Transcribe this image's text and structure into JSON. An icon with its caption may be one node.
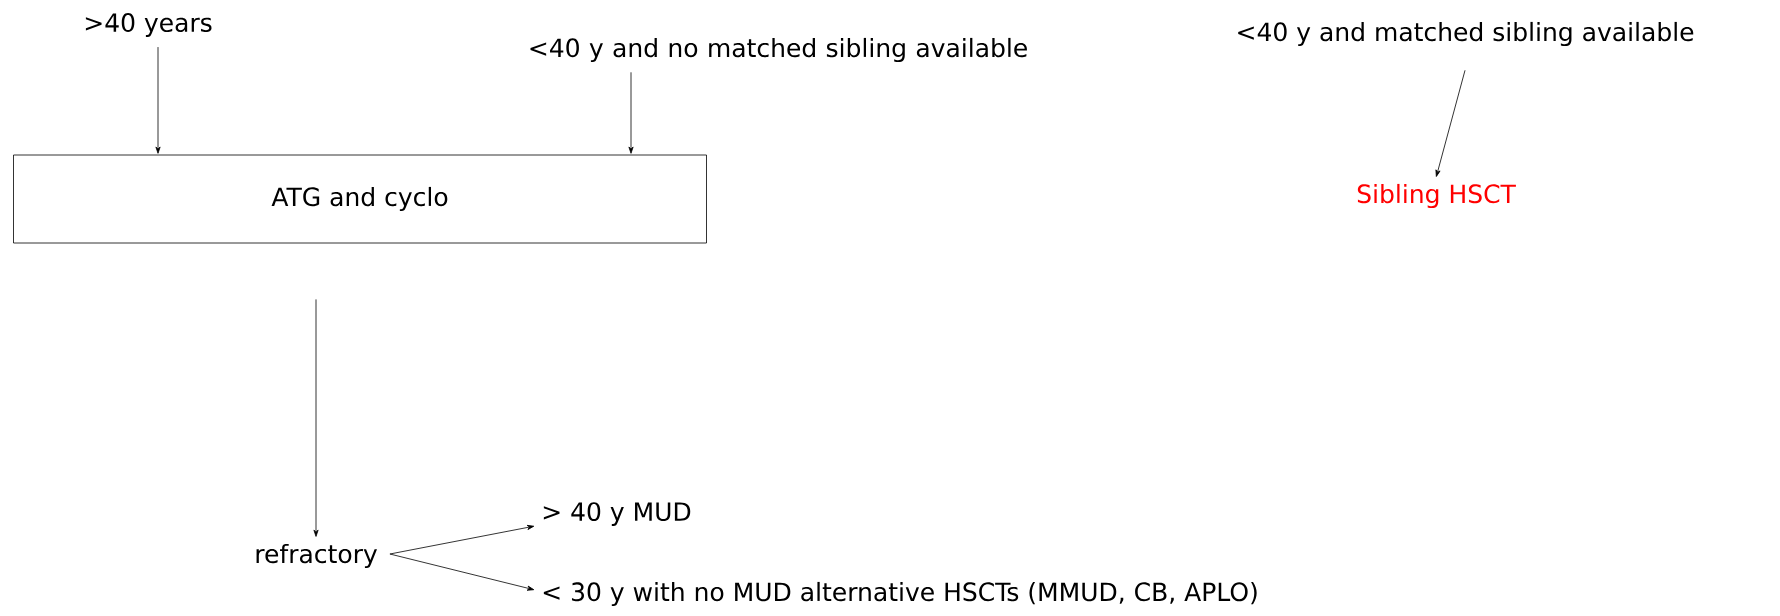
{
  "diagram": {
    "nodes": [
      {
        "text": [
          ">40 years"
        ]
      },
      {
        "text": [
          "<40 y and no matched sibling available"
        ]
      },
      {
        "text": [
          "<40 y and matched sibling available"
        ]
      },
      {
        "text": [
          "ATG and cyclo"
        ]
      },
      {
        "text": [
          "Sibling HSCT"
        ]
      },
      {
        "text": [
          "refractory"
        ]
      },
      {
        "text": [
          "> 40 y MUD"
        ]
      },
      {
        "text": [
          "< 30 y with no MUD alternative HSCTs (MMUD, CB, APLO)"
        ]
      }
    ],
    "edges": [
      {
        "from": 0,
        "to": 3,
        "arrow": "to"
      },
      {
        "from": 1,
        "to": 3,
        "arrow": "to"
      },
      {
        "from": 2,
        "to": 4,
        "arrow": "to"
      },
      {
        "from": 3,
        "to": 5,
        "arrow": "to"
      },
      {
        "from": 5,
        "to": 6,
        "arrow": "to"
      },
      {
        "from": 5,
        "to": 7,
        "arrow": "to"
      }
    ]
  }
}
